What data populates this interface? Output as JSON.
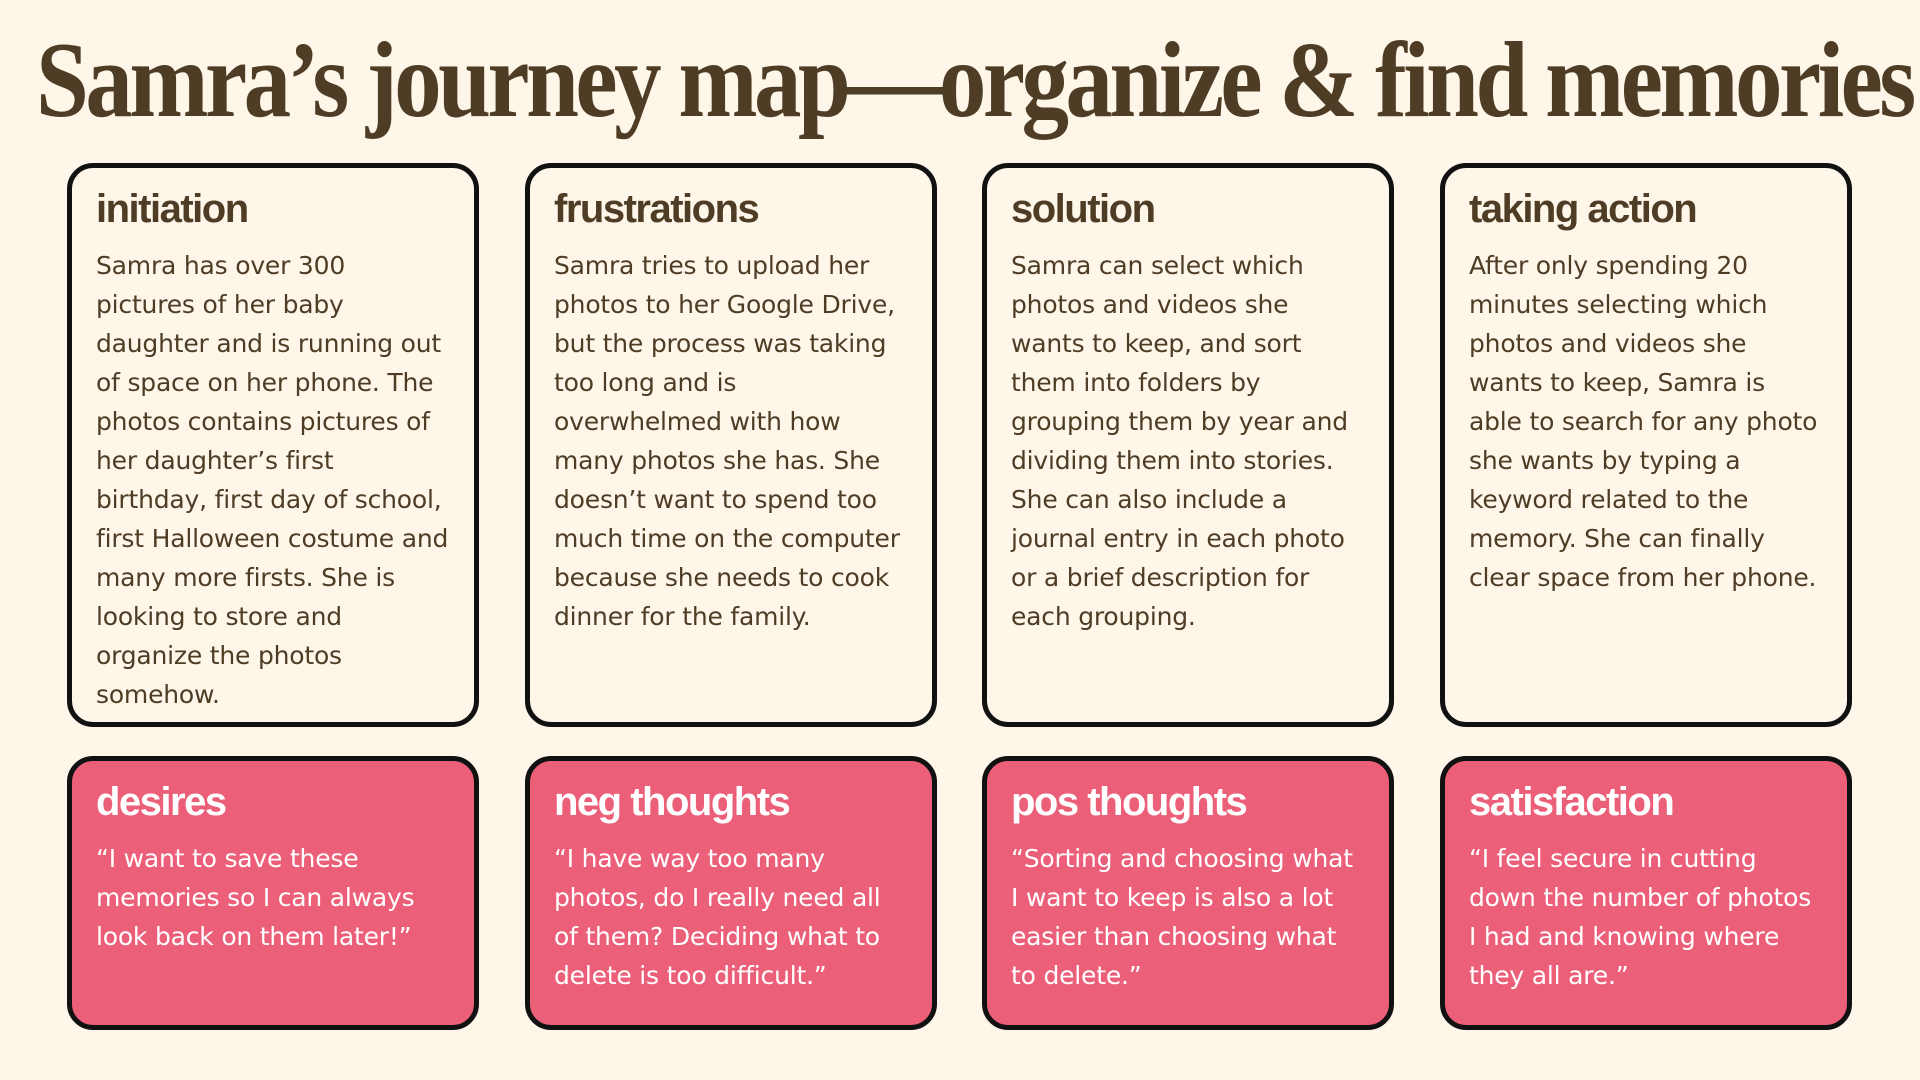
{
  "page": {
    "title": "Samra’s journey map—organize & find memories"
  },
  "colors": {
    "background": "#fdf6e9",
    "text_brown": "#4e3c25",
    "card_border": "#111111",
    "emotion_card_fill": "#ec5f79",
    "emotion_card_text": "#ffffff"
  },
  "stages": [
    {
      "heading": "initiation",
      "body": "Samra has over 300 pictures of her baby daughter and is running out of space on her phone. The photos contains pictures of her daughter’s first birthday, first day of school, first Halloween costume and many more firsts. She is looking to store and organize the photos somehow."
    },
    {
      "heading": "frustrations",
      "body": "Samra tries to upload her photos to her Google Drive, but the process was taking too long and is overwhelmed with how many photos she has. She doesn’t want to spend too much time on the computer because she needs to cook dinner for the family."
    },
    {
      "heading": "solution",
      "body": "Samra can select which photos and videos she wants to keep, and sort them into folders by grouping them by year and dividing them into stories. She can also include a journal entry in each photo or a brief description for each grouping."
    },
    {
      "heading": "taking action",
      "body": "After only spending 20 minutes selecting which photos and videos she wants to keep, Samra is able to search for any photo she wants by typing a keyword related to the memory. She can finally clear space from her phone."
    }
  ],
  "feelings": [
    {
      "heading": "desires",
      "quote": "“I want to save these memories so I can always look back on them later!”"
    },
    {
      "heading": "neg thoughts",
      "quote": "“I have way too many photos, do I really need all of them? Deciding what to delete is too difficult.”"
    },
    {
      "heading": "pos thoughts",
      "quote": "“Sorting and choosing what I want to keep is also a lot easier than choosing what to delete.”"
    },
    {
      "heading": "satisfaction",
      "quote": "“I feel secure in cutting down the number of photos I had and knowing where they all are.”"
    }
  ]
}
